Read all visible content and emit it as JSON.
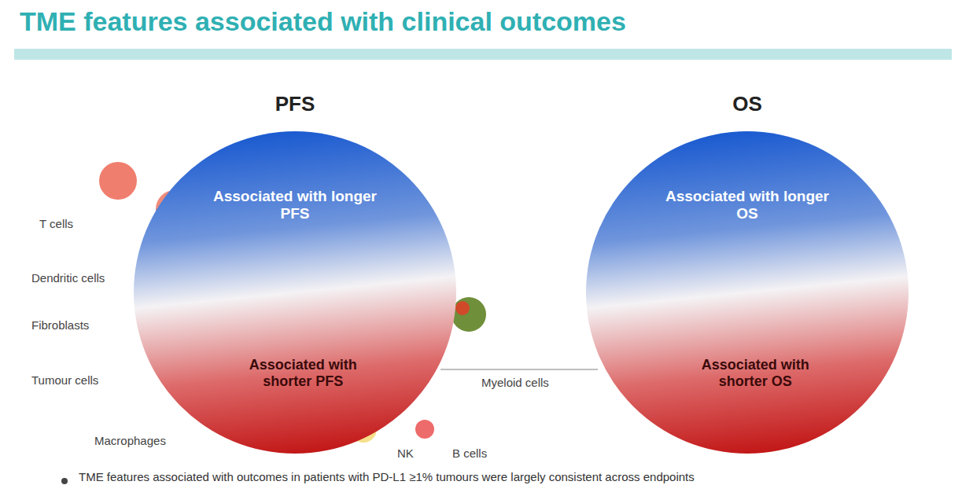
{
  "diagram": {
    "title": "TME features associated with clinical outcomes",
    "nodes": [
      {
        "text": [
          "PFS",
          "Associated with longer PFS",
          "Associated with shorter PFS"
        ]
      },
      {
        "text": [
          "OS",
          "Associated with longer OS",
          "Associated with shorter OS"
        ]
      }
    ],
    "edges": [],
    "labels": [
      "T cells",
      "Dendritic cells",
      "Fibroblasts",
      "Tumour cells",
      "Macrophages",
      "Myeloid cells",
      "NK",
      "B cells",
      "TME features associated with outcomes in patients with PD-L1 ≥1% tumours were largely consistent across endpoints"
    ]
  }
}
